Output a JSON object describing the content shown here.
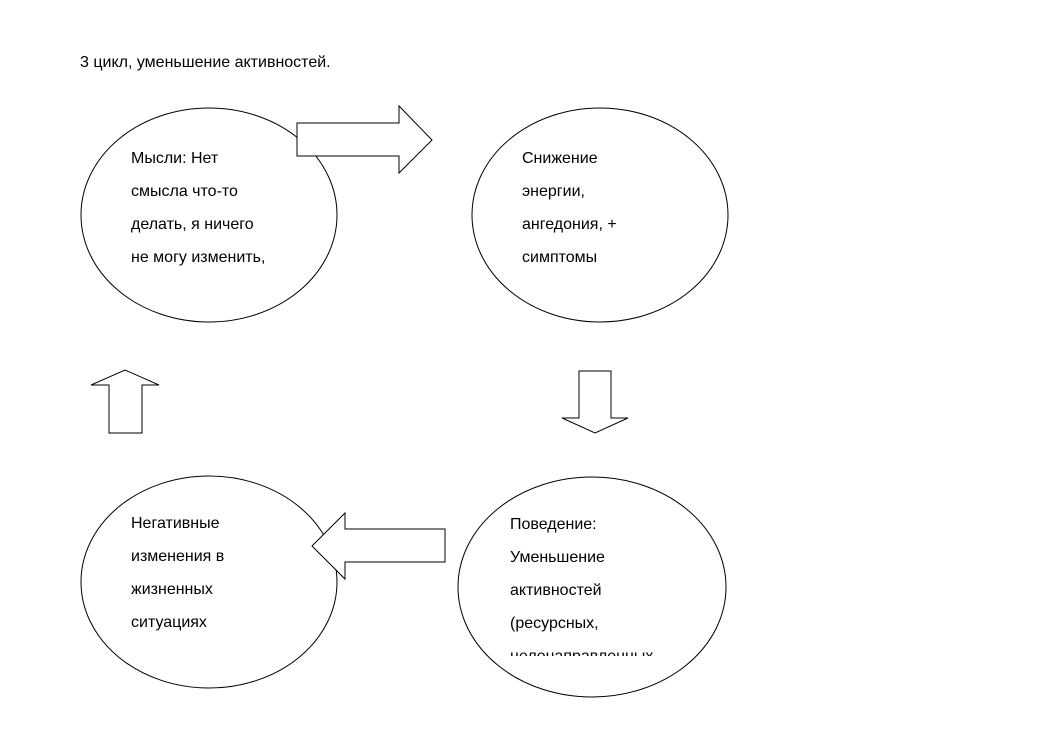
{
  "page_title": "3 цикл, уменьшение активностей.",
  "nodes": {
    "thoughts": {
      "lines": [
        "Мысли: Нет",
        "смысла что-то",
        "делать, я ничего",
        "не могу изменить,"
      ]
    },
    "energy": {
      "lines": [
        "Снижение",
        "энергии,",
        "ангедония, +",
        "симптомы"
      ]
    },
    "behavior": {
      "lines": [
        "Поведение:",
        "Уменьшение",
        "активностей",
        "(ресурсных,",
        "целенаправленных"
      ]
    },
    "negative": {
      "lines": [
        "Негативные",
        "изменения в",
        "жизненных",
        "ситуациях"
      ]
    }
  },
  "colors": {
    "stroke": "#000000",
    "fill": "#ffffff",
    "text": "#000000"
  }
}
